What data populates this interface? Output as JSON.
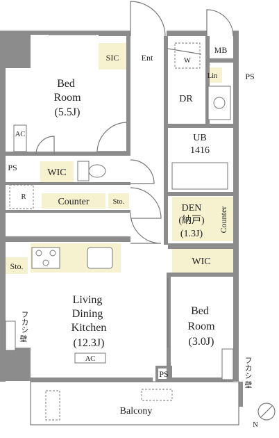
{
  "rooms": {
    "bedroom1": {
      "name": "Bed\nRoom",
      "size": "(5.5J)"
    },
    "ldk": {
      "name": "Living\nDining\nKitchen",
      "size": "(12.3J)"
    },
    "bedroom2": {
      "name": "Bed\nRoom",
      "size": "(3.0J)"
    },
    "den": {
      "name": "DEN",
      "note": "(納戸)",
      "size": "(1.3J)"
    },
    "ub": {
      "name": "UB",
      "code": "1416"
    },
    "dr": "DR",
    "balcony": "Balcony"
  },
  "labels": {
    "sic": "SIC",
    "ent": "Ent",
    "mb": "MB",
    "ps": "PS",
    "lin": "Lin",
    "w": "W",
    "ac": "AC",
    "wic": "WIC",
    "r": "R",
    "counter": "Counter",
    "sto": "Sto.",
    "fukashi_kabe": "フカシ壁",
    "north": "N"
  },
  "colors": {
    "wall": "#8c8c8c",
    "storage": "#f6f1cf",
    "line": "#777777"
  }
}
